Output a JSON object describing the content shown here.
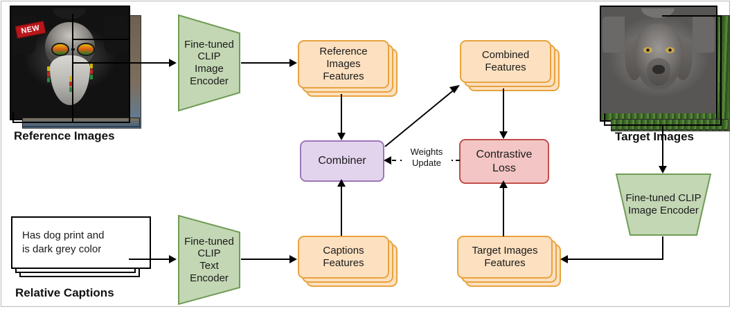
{
  "diagram": {
    "title": "Combiner network training pipeline",
    "colors": {
      "encoder_fill": "#c3d7b4",
      "encoder_border": "#6f9c55",
      "feature_fill": "#fce0c0",
      "feature_border": "#e8a33d",
      "combiner_fill": "#e3d4ee",
      "combiner_border": "#9b77b9",
      "loss_fill": "#f3c5c4",
      "loss_border": "#bf4f4c",
      "arrow": "#000000"
    },
    "inputs": {
      "reference": {
        "label": "Reference Images",
        "image_alt": "black t-shirt with dreadlocked face wearing rasta sunglasses",
        "badge": "NEW"
      },
      "captions": {
        "label": "Relative Captions",
        "text_line1": "Has dog print and",
        "text_line2": "is dark grey color"
      },
      "target": {
        "label": "Target Images",
        "image_alt": "grey t-shirt with weimaraner dog face print"
      }
    },
    "encoders": {
      "image_left": {
        "lines": [
          "Fine-tuned",
          "CLIP",
          "Image",
          "Encoder"
        ]
      },
      "text_left": {
        "lines": [
          "Fine-tuned",
          "CLIP",
          "Text",
          "Encoder"
        ]
      },
      "image_right": {
        "lines": [
          "Fine-tuned CLIP",
          "Image Encoder"
        ]
      }
    },
    "features": {
      "reference": {
        "lines": [
          "Reference",
          "Images",
          "Features"
        ]
      },
      "combined": {
        "lines": [
          "Combined",
          "Features"
        ]
      },
      "captions": {
        "lines": [
          "Captions",
          "Features"
        ]
      },
      "target": {
        "lines": [
          "Target Images",
          "Features"
        ]
      }
    },
    "modules": {
      "combiner": {
        "label": "Combiner"
      },
      "loss": {
        "lines": [
          "Contrastive",
          "Loss"
        ]
      }
    },
    "edges": {
      "weights_update": {
        "line1": "Weights",
        "line2": "Update"
      }
    }
  }
}
